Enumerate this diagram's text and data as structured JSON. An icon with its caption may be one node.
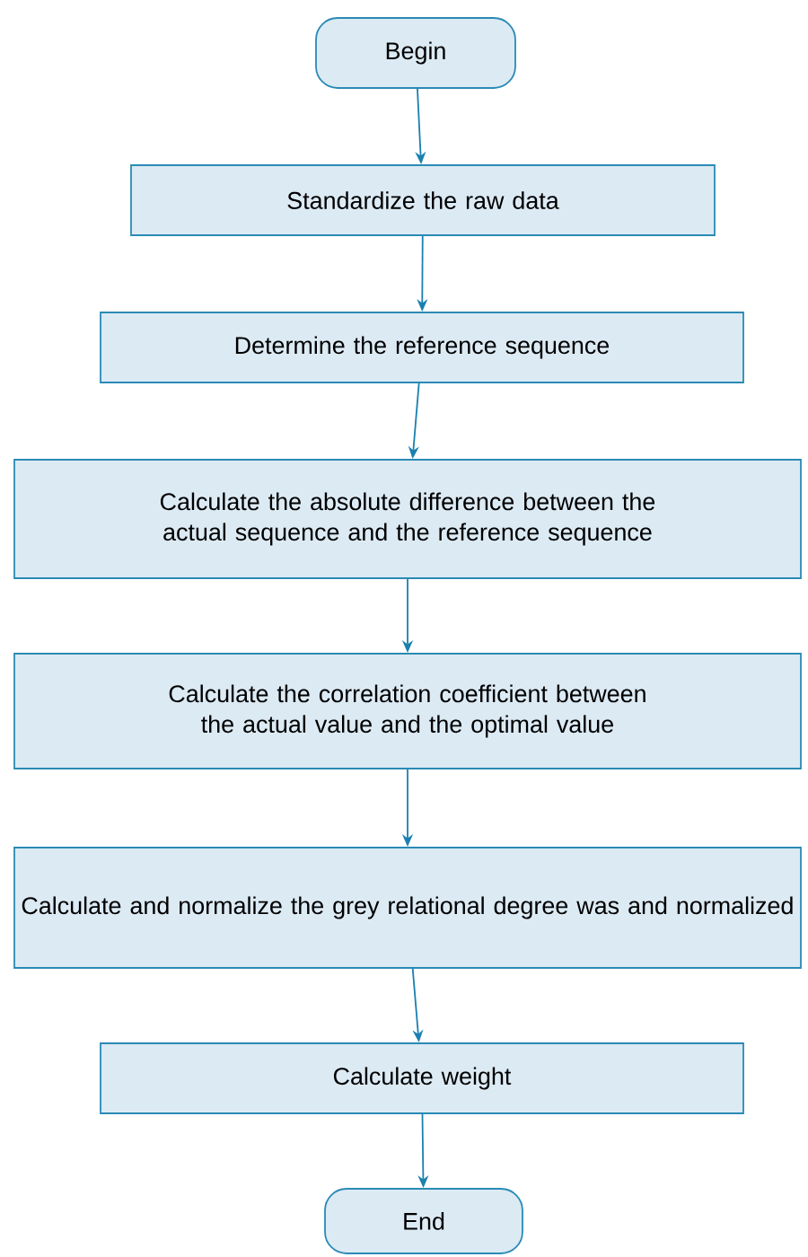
{
  "diagram": {
    "nodes": [
      {
        "text": [
          "Begin"
        ]
      },
      {
        "text": [
          "Standardize the raw data"
        ]
      },
      {
        "text": [
          "Determine the reference sequence"
        ]
      },
      {
        "text": [
          "Calculate the absolute difference between the actual sequence and the reference sequence"
        ]
      },
      {
        "text": [
          "Calculate the correlation coefficient between the actual value and the optimal value"
        ]
      },
      {
        "text": [
          "Calculate and normalize the grey relational degree was and normalized"
        ]
      },
      {
        "text": [
          "Calculate weight"
        ]
      },
      {
        "text": [
          "End"
        ]
      }
    ],
    "edges": [
      {
        "from": 0,
        "to": 1,
        "arrow": "to"
      },
      {
        "from": 1,
        "to": 2,
        "arrow": "to"
      },
      {
        "from": 2,
        "to": 3,
        "arrow": "to"
      },
      {
        "from": 3,
        "to": 4,
        "arrow": "to"
      },
      {
        "from": 4,
        "to": 5,
        "arrow": "to"
      },
      {
        "from": 5,
        "to": 6,
        "arrow": "to"
      },
      {
        "from": 6,
        "to": 7,
        "arrow": "to"
      }
    ]
  }
}
